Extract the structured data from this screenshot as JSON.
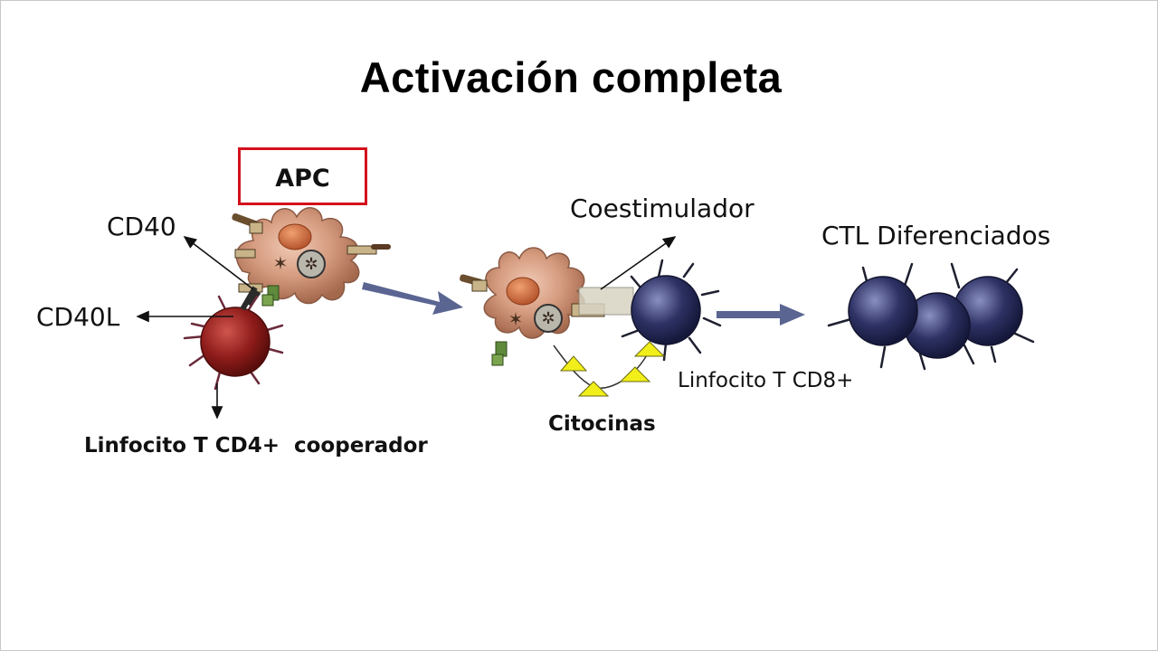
{
  "title": "Activación completa",
  "labels": {
    "apc": "APC",
    "cd40": "CD40",
    "cd40l": "CD40L",
    "cd4": "Linfocito T CD4+  cooperador",
    "coestimulador": "Coestimulador",
    "citocinas": "Citocinas",
    "cd8": "Linfocito T CD8+",
    "ctl": "CTL Diferenciados"
  },
  "colors": {
    "apc_box_border": "#d4101c",
    "apc_cell": "#c98a6e",
    "cd4_cell": "#8e1c1a",
    "cd8_cell": "#2e3264",
    "cytokine": "#f2ee1a",
    "process_arrow": "#5a6592"
  }
}
